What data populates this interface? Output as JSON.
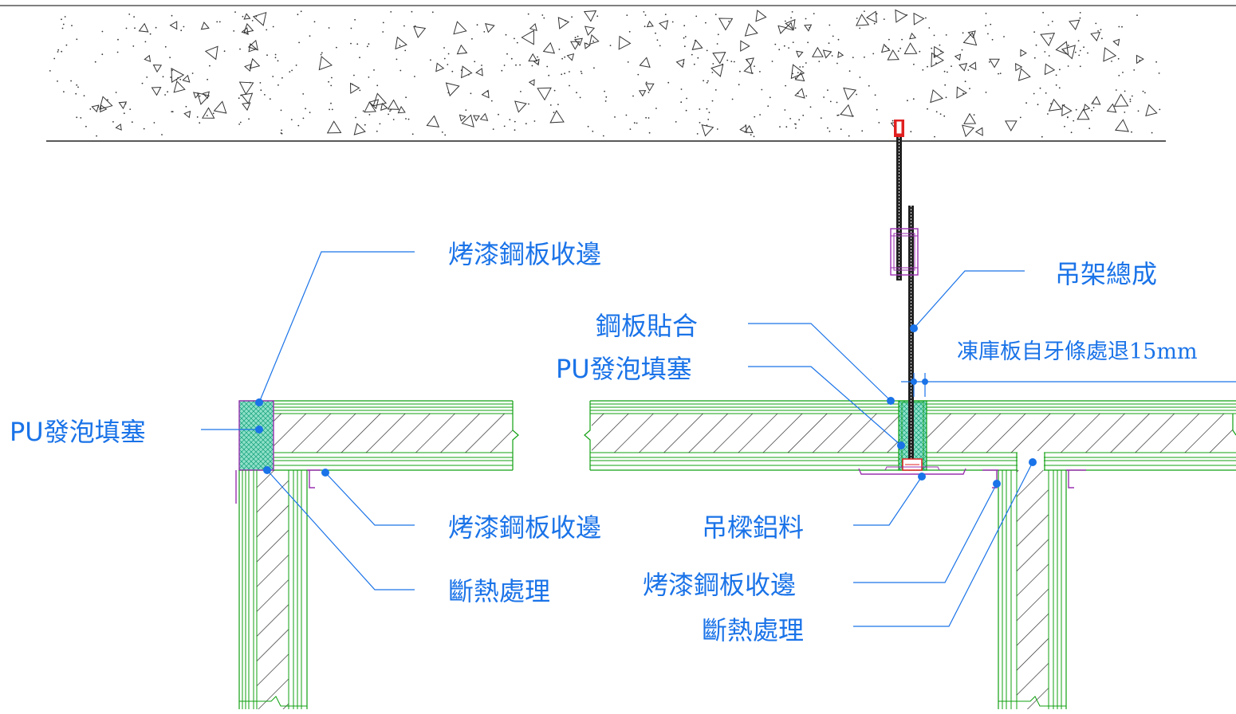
{
  "diagram": {
    "labels": {
      "baked_steel_trim_top": "烤漆鋼板收邊",
      "hanger_assembly": "吊架總成",
      "steel_plate_bonding": "鋼板貼合",
      "pu_foam_fill_mid": "PU發泡填塞",
      "cold_panel_setback": "凍庫板自牙條處退15mm",
      "pu_foam_fill_left": "PU發泡填塞",
      "baked_steel_trim_left": "烤漆鋼板收邊",
      "thermal_break_left": "斷熱處理",
      "hanger_aluminum": "吊樑鋁料",
      "baked_steel_trim_right": "烤漆鋼板收邊",
      "thermal_break_right": "斷熱處理"
    },
    "colors": {
      "panel_line": "#10a010",
      "leader": "#1a73e8",
      "label_text": "#1a73e8",
      "hatch": "#222222",
      "anchor": "#e02020",
      "clamp": "#9b30b0",
      "foam_fill": "#8fe0c8"
    }
  }
}
